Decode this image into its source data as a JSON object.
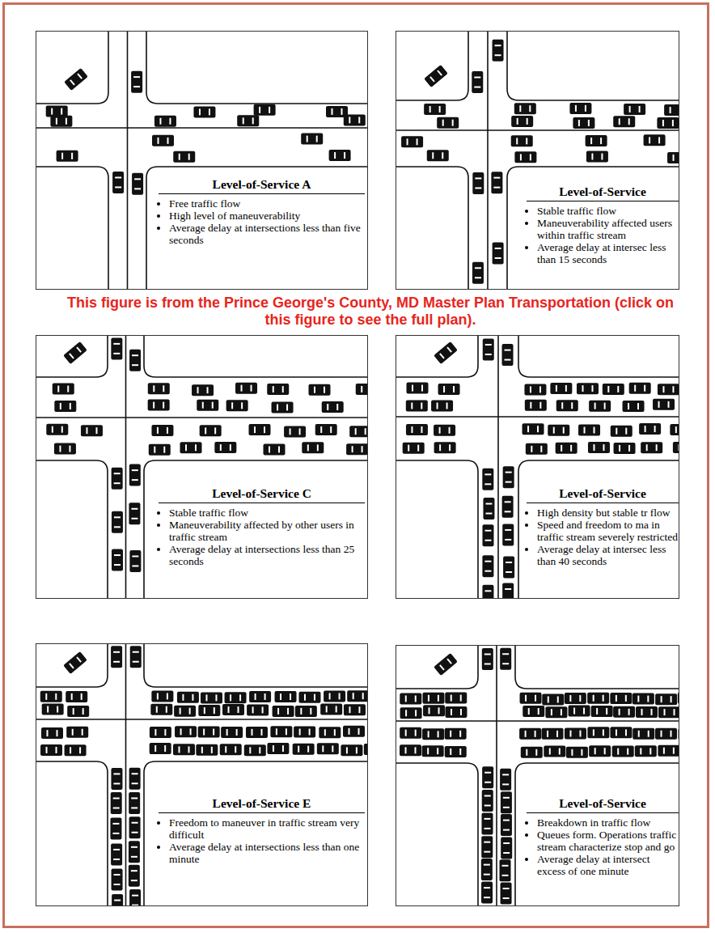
{
  "diagram": {
    "nodes": [
      {
        "text": [
          "Level-of-Service A",
          "Free traffic flow",
          "High level of maneuverability",
          "Average delay at intersections less than five seconds"
        ]
      },
      {
        "text": [
          "Level-of-Service",
          "Stable traffic flow",
          "Maneuverability affected users within traffic stream",
          "Average delay at intersec less than 15 seconds"
        ]
      },
      {
        "text": [
          "Level-of-Service C",
          "Stable traffic flow",
          "Maneuverability affected by other users in traffic stream",
          "Average delay at intersections less than 25 seconds"
        ]
      },
      {
        "text": [
          "Level-of-Service",
          "High density but stable tr flow",
          "Speed and freedom to ma in traffic stream severely restricted",
          "Average delay at intersec less than 40 seconds"
        ]
      },
      {
        "text": [
          "Level-of-Service E",
          "Freedom to maneuver in traffic stream very difficult",
          "Average delay at intersections less than one minute"
        ]
      },
      {
        "text": [
          "Level-of-Service",
          "Breakdown in traffic flow",
          "Queues form. Operations traffic stream characterize stop and go",
          "Average delay at intersect excess of one minute"
        ]
      }
    ],
    "labels": [
      "This figure is from the Prince George's County, MD Master Plan Transportation (click on this figure to see the full plan)."
    ]
  }
}
